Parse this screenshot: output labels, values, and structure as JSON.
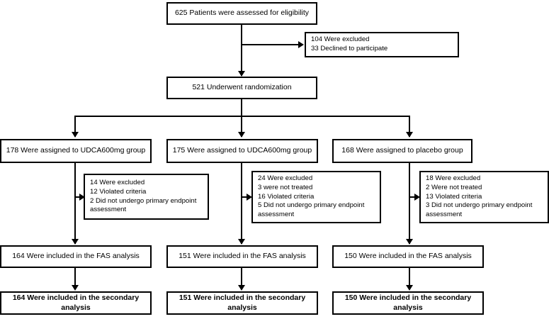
{
  "diagram": {
    "title": "CONSORT participant flow diagram",
    "type": "flowchart",
    "line_color": "#000000",
    "background": "#ffffff",
    "nodes": {
      "enrollment": "625 Patients were assessed for eligibility",
      "excluded_top": "104 Were excluded\n    33 Declined to participate",
      "randomization": "521 Underwent randomization",
      "arm1_assigned": "178 Were assigned to UDCA600mg group",
      "arm2_assigned": "175 Were assigned to UDCA600mg group",
      "arm3_assigned": "168 Were assigned to placebo group",
      "arm1_excluded": "14 Were excluded\n    12 Violated criteria\n    2 Did not undergo primary endpoint\n        assessment",
      "arm2_excluded": "24 Were excluded\n    3 were not treated\n    16 Violated criteria\n    5 Did not undergo primary endpoint\n        assessment",
      "arm3_excluded": "18 Were excluded\n    2 Were not treated\n    13 Violated criteria\n    3 Did not undergo primary endpoint\n        assessment",
      "arm1_fas": "164 Were included in the FAS analysis",
      "arm2_fas": "151 Were included in the FAS analysis",
      "arm3_fas": "150 Were included in the FAS analysis",
      "arm1_secondary": "164 Were included in the secondary analysis",
      "arm2_secondary": "151 Were included in the secondary analysis",
      "arm3_secondary": "150 Were included in the secondary analysis"
    }
  }
}
